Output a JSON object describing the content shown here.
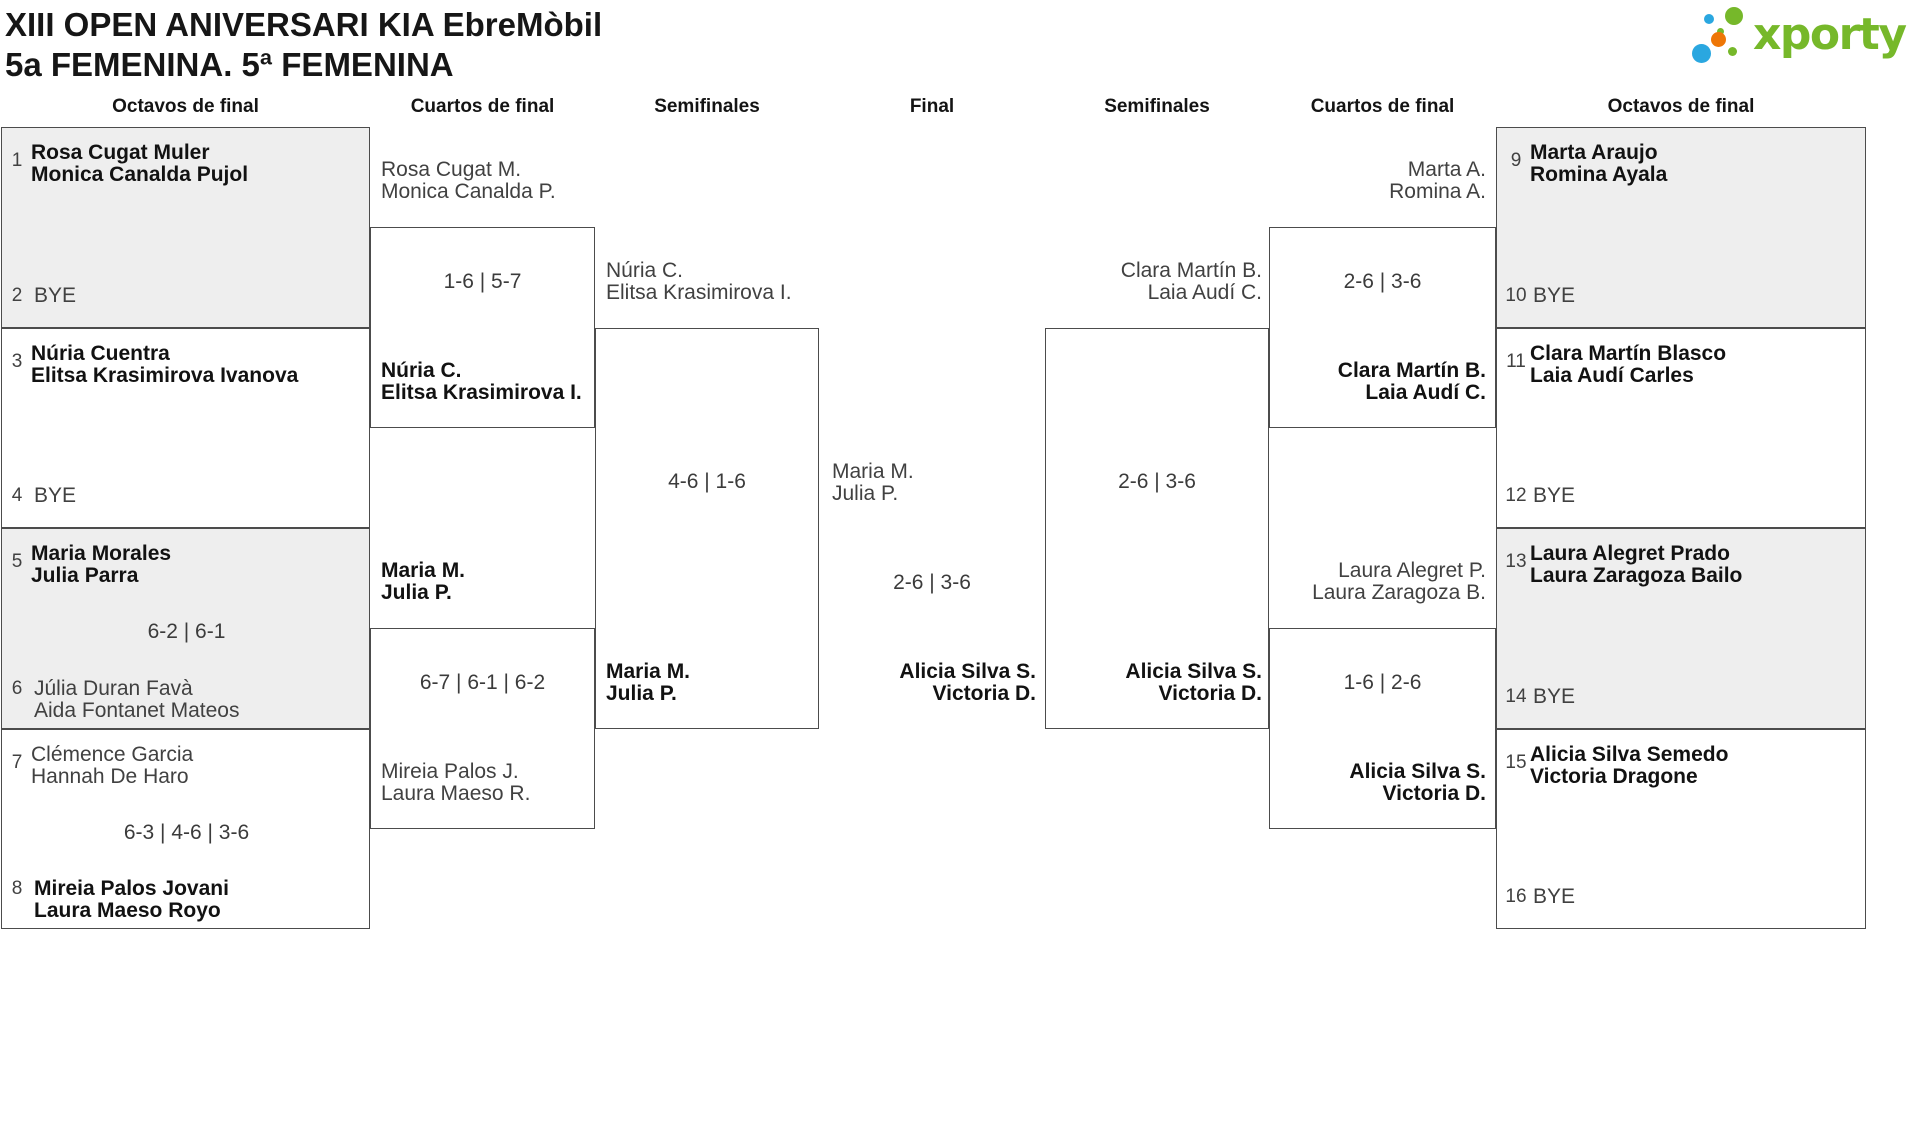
{
  "page": {
    "title_line1": "XIII OPEN ANIVERSARI KIA EbreMòbil",
    "title_line2": "5a FEMENINA. 5ª FEMENINA"
  },
  "logo": {
    "text": "xporty",
    "colors": {
      "green": "#76b82a",
      "blue": "#2aa7e0",
      "orange": "#ee7606"
    }
  },
  "colors": {
    "box_shade": "#eeeeee",
    "border": "#4c4c4c"
  },
  "round_headers": [
    "Octavos de final",
    "Cuartos de final",
    "Semifinales",
    "Final",
    "Semifinales",
    "Cuartos de final",
    "Octavos de final"
  ],
  "bracket": {
    "round_of_16": [
      {
        "side": "left",
        "slot": 0,
        "shaded": true,
        "top": {
          "seed": "1",
          "names": [
            "Rosa Cugat Muler",
            "Monica Canalda Pujol"
          ],
          "winner": true
        },
        "bottom": {
          "seed": "2",
          "names": [
            "BYE"
          ],
          "winner": false
        },
        "score": ""
      },
      {
        "side": "left",
        "slot": 1,
        "shaded": false,
        "top": {
          "seed": "3",
          "names": [
            "Núria Cuentra",
            "Elitsa Krasimirova Ivanova"
          ],
          "winner": true
        },
        "bottom": {
          "seed": "4",
          "names": [
            "BYE"
          ],
          "winner": false
        },
        "score": ""
      },
      {
        "side": "left",
        "slot": 2,
        "shaded": true,
        "top": {
          "seed": "5",
          "names": [
            "Maria Morales",
            "Julia Parra"
          ],
          "winner": true
        },
        "bottom": {
          "seed": "6",
          "names": [
            "Júlia Duran Favà",
            "Aida Fontanet Mateos"
          ],
          "winner": false
        },
        "score": "6-2 | 6-1"
      },
      {
        "side": "left",
        "slot": 3,
        "shaded": false,
        "top": {
          "seed": "7",
          "names": [
            "Clémence Garcia",
            "Hannah De Haro"
          ],
          "winner": false
        },
        "bottom": {
          "seed": "8",
          "names": [
            "Mireia Palos Jovani",
            "Laura Maeso Royo"
          ],
          "winner": true
        },
        "score": "6-3 | 4-6 | 3-6"
      },
      {
        "side": "right",
        "slot": 0,
        "shaded": true,
        "top": {
          "seed": "9",
          "names": [
            "Marta Araujo",
            "Romina Ayala"
          ],
          "winner": true
        },
        "bottom": {
          "seed": "10",
          "names": [
            "BYE"
          ],
          "winner": false
        },
        "score": ""
      },
      {
        "side": "right",
        "slot": 1,
        "shaded": false,
        "top": {
          "seed": "11",
          "names": [
            "Clara Martín Blasco",
            "Laia Audí Carles"
          ],
          "winner": true
        },
        "bottom": {
          "seed": "12",
          "names": [
            "BYE"
          ],
          "winner": false
        },
        "score": ""
      },
      {
        "side": "right",
        "slot": 2,
        "shaded": true,
        "top": {
          "seed": "13",
          "names": [
            "Laura Alegret Prado",
            "Laura Zaragoza Bailo"
          ],
          "winner": true
        },
        "bottom": {
          "seed": "14",
          "names": [
            "BYE"
          ],
          "winner": false
        },
        "score": ""
      },
      {
        "side": "right",
        "slot": 3,
        "shaded": false,
        "top": {
          "seed": "15",
          "names": [
            "Alicia Silva Semedo",
            "Victoria Dragone"
          ],
          "winner": true
        },
        "bottom": {
          "seed": "16",
          "names": [
            "BYE"
          ],
          "winner": false
        },
        "score": ""
      }
    ],
    "quarterfinals": [
      {
        "side": "left",
        "slot": 0,
        "top": {
          "names": [
            "Rosa Cugat M.",
            "Monica Canalda P."
          ],
          "winner": false
        },
        "bottom": {
          "names": [
            "Núria C.",
            "Elitsa Krasimirova I."
          ],
          "winner": true
        },
        "score": "1-6 | 5-7"
      },
      {
        "side": "left",
        "slot": 1,
        "top": {
          "names": [
            "Maria M.",
            "Julia P."
          ],
          "winner": true
        },
        "bottom": {
          "names": [
            "Mireia Palos J.",
            "Laura Maeso R."
          ],
          "winner": false
        },
        "score": "6-7 | 6-1 | 6-2"
      },
      {
        "side": "right",
        "slot": 0,
        "top": {
          "names": [
            "Marta A.",
            "Romina A."
          ],
          "winner": false
        },
        "bottom": {
          "names": [
            "Clara Martín B.",
            "Laia Audí C."
          ],
          "winner": true
        },
        "score": "2-6 | 3-6"
      },
      {
        "side": "right",
        "slot": 1,
        "top": {
          "names": [
            "Laura Alegret P.",
            "Laura Zaragoza B."
          ],
          "winner": false
        },
        "bottom": {
          "names": [
            "Alicia Silva S.",
            "Victoria D."
          ],
          "winner": true
        },
        "score": "1-6 | 2-6"
      }
    ],
    "semifinals": [
      {
        "side": "left",
        "top": {
          "names": [
            "Núria C.",
            "Elitsa Krasimirova I."
          ],
          "winner": false
        },
        "bottom": {
          "names": [
            "Maria M.",
            "Julia P."
          ],
          "winner": true
        },
        "score": "4-6 | 1-6"
      },
      {
        "side": "right",
        "top": {
          "names": [
            "Clara Martín B.",
            "Laia Audí C."
          ],
          "winner": false
        },
        "bottom": {
          "names": [
            "Alicia Silva S.",
            "Victoria D."
          ],
          "winner": true
        },
        "score": "2-6 | 3-6"
      }
    ],
    "final": {
      "top": {
        "names": [
          "Maria M.",
          "Julia P."
        ],
        "winner": false
      },
      "bottom": {
        "names": [
          "Alicia Silva S.",
          "Victoria D."
        ],
        "winner": true
      },
      "score": "2-6 | 3-6"
    }
  }
}
